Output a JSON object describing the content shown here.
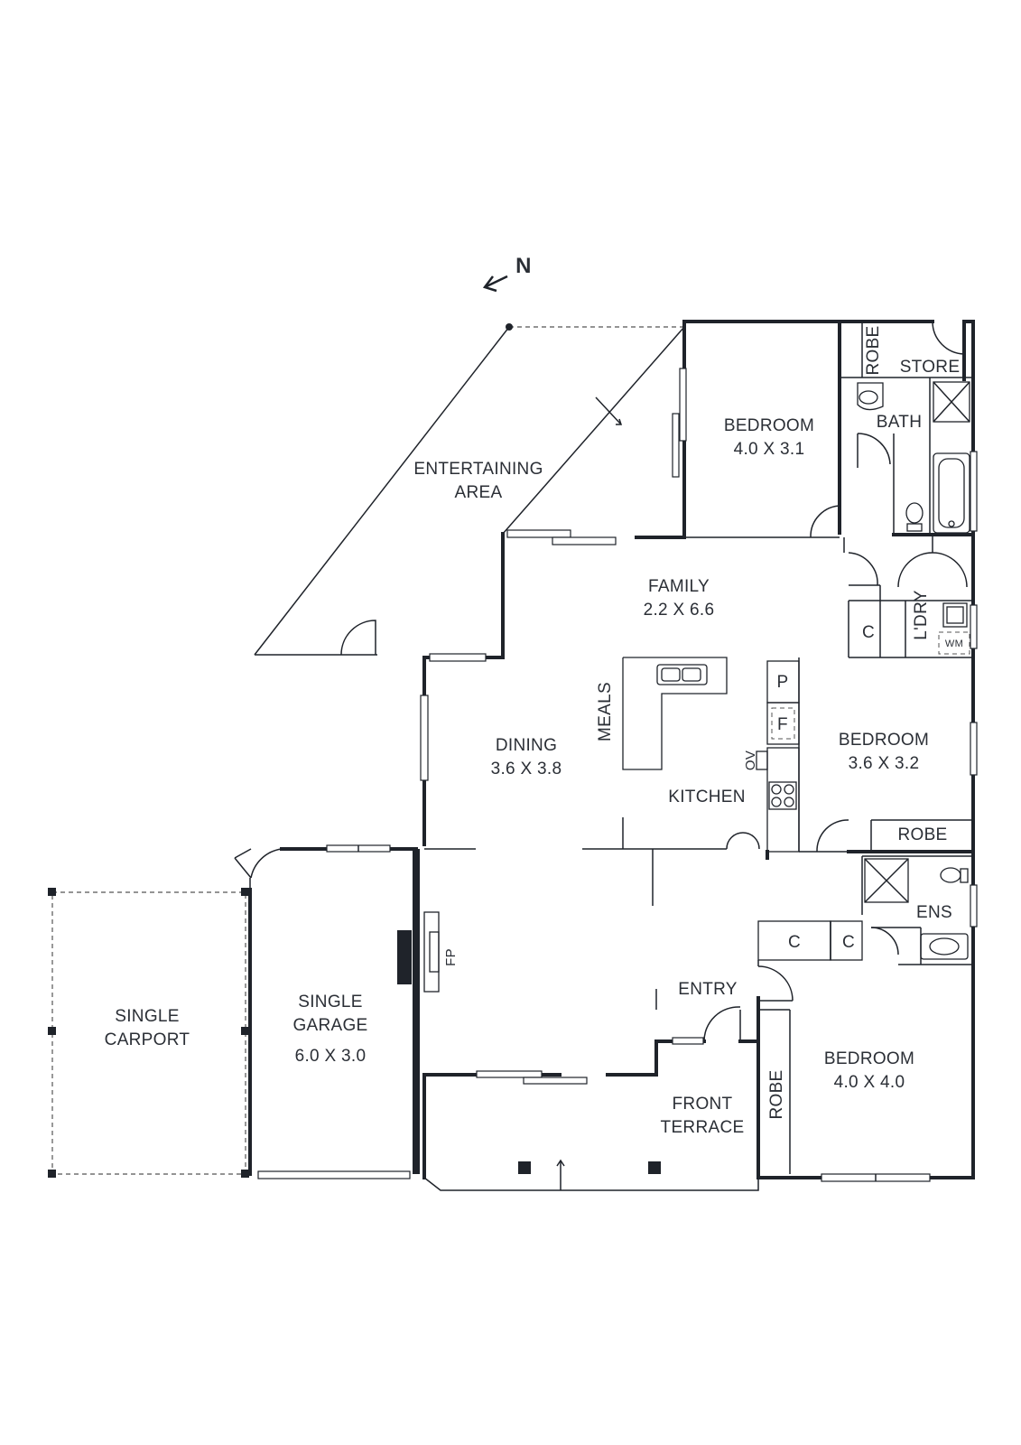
{
  "compass": {
    "label": "N"
  },
  "rooms": {
    "entertaining": {
      "line1": "ENTERTAINING",
      "line2": "AREA"
    },
    "bedroom1": {
      "name": "BEDROOM",
      "size": "4.0 X 3.1"
    },
    "robe1": "ROBE",
    "store": "STORE",
    "bath": "BATH",
    "family": {
      "name": "FAMILY",
      "size": "2.2 X 6.6"
    },
    "c1": "C",
    "laundry": "L'DRY",
    "wm": "WM",
    "meals": "MEALS",
    "pantry": "P",
    "fridge": "F",
    "oven": "OV",
    "bedroom2": {
      "name": "BEDROOM",
      "size": "3.6 X 3.2"
    },
    "dining": {
      "name": "DINING",
      "size": "3.6 X 3.8"
    },
    "kitchen": "KITCHEN",
    "robe2": "ROBE",
    "ens": "ENS",
    "c2": "C",
    "c3": "C",
    "fp": "FP",
    "entry": "ENTRY",
    "garage": {
      "line1": "SINGLE",
      "line2": "GARAGE",
      "size": "6.0 X 3.0"
    },
    "carport": {
      "line1": "SINGLE",
      "line2": "CARPORT"
    },
    "frontTerrace": {
      "line1": "FRONT",
      "line2": "TERRACE"
    },
    "robe3": "ROBE",
    "bedroom3": {
      "name": "BEDROOM",
      "size": "4.0 X 4.0"
    }
  }
}
